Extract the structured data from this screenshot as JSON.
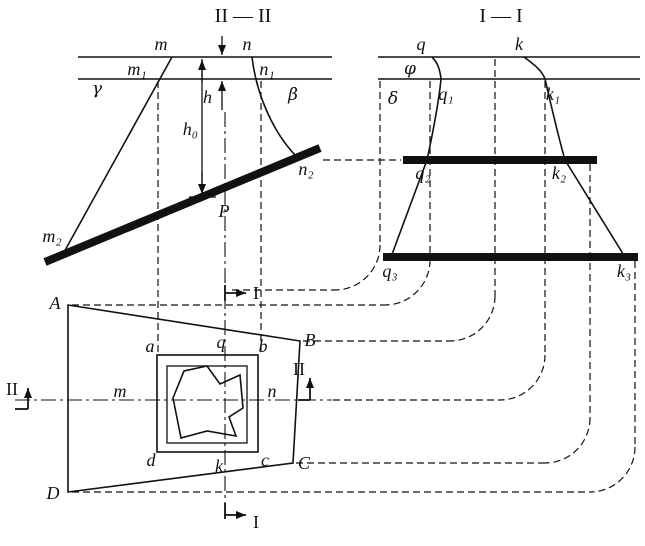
{
  "s2": {
    "title": "II — II",
    "m": "m",
    "n": "n",
    "m1": "m₁",
    "n1": "n₁",
    "m2": "m₂",
    "n2": "n₂",
    "gamma": "γ",
    "beta": "β",
    "h": "h",
    "h0": "h₀",
    "p": "P"
  },
  "s1": {
    "title": "I — I",
    "q": "q",
    "k": "k",
    "q1": "q₁",
    "k1": "k₁",
    "q2": "q₂",
    "k2": "k₂",
    "q3": "q₃",
    "k3": "k₃",
    "phi": "φ",
    "delta": "δ"
  },
  "plan": {
    "A": "A",
    "B": "B",
    "C": "C",
    "D": "D",
    "a": "a",
    "b": "b",
    "c": "c",
    "d": "d",
    "m": "m",
    "n": "n",
    "q": "q",
    "k": "k"
  },
  "markers": {
    "i": "I",
    "ii": "II"
  },
  "colors": {
    "ink": "#111111",
    "bg": "#ffffff"
  }
}
